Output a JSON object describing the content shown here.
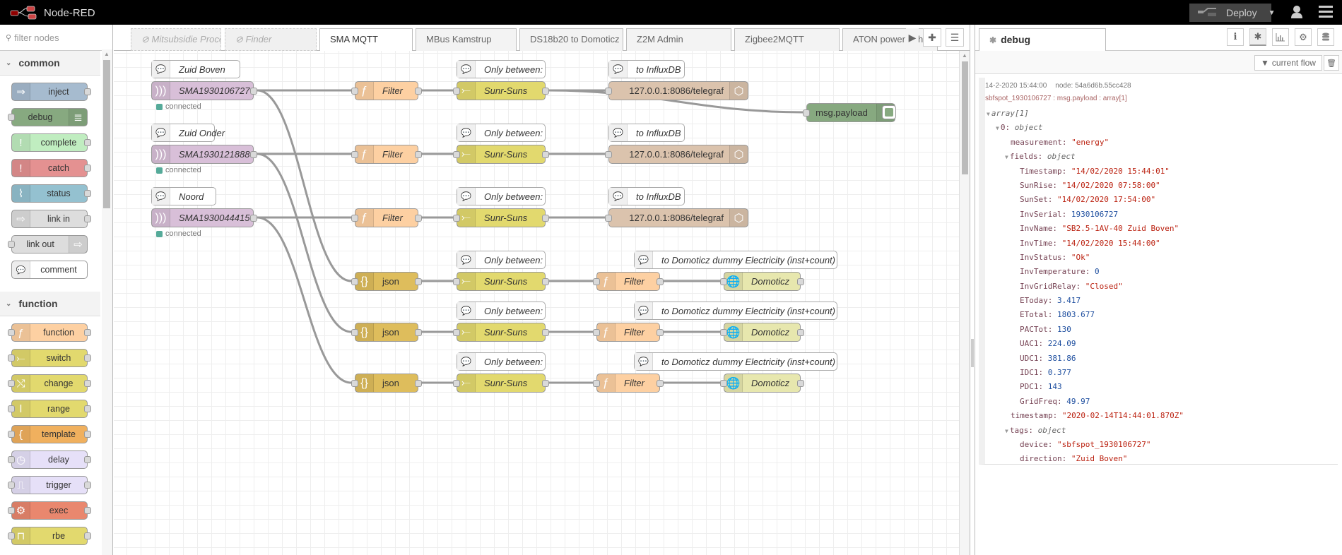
{
  "header": {
    "title": "Node-RED",
    "deploy_label": "Deploy"
  },
  "palette": {
    "filter_placeholder": "filter nodes",
    "categories": [
      {
        "name": "common",
        "nodes": [
          {
            "label": "inject",
            "color": "#a6bbcf",
            "icon": "arrow-right-icon",
            "in": false,
            "out": true
          },
          {
            "label": "debug",
            "color": "#87a980",
            "icon": "list-icon",
            "in": true,
            "out": false,
            "icon_right": true
          },
          {
            "label": "complete",
            "color": "#c0edc0",
            "icon": "exclamation-icon",
            "in": false,
            "out": true
          },
          {
            "label": "catch",
            "color": "#e49191",
            "icon": "exclamation-icon",
            "in": false,
            "out": true
          },
          {
            "label": "status",
            "color": "#94c1d0",
            "icon": "pulse-icon",
            "in": false,
            "out": true
          },
          {
            "label": "link in",
            "color": "#dddddd",
            "icon": "link-icon",
            "in": false,
            "out": true
          },
          {
            "label": "link out",
            "color": "#dddddd",
            "icon": "link-icon",
            "in": true,
            "out": false,
            "icon_right": true
          },
          {
            "label": "comment",
            "color": "#ffffff",
            "icon": "comment-icon",
            "in": false,
            "out": false
          }
        ]
      },
      {
        "name": "function",
        "nodes": [
          {
            "label": "function",
            "color": "#fdd0a2",
            "icon": "function-icon",
            "in": true,
            "out": true
          },
          {
            "label": "switch",
            "color": "#e2d96e",
            "icon": "switch-icon",
            "in": true,
            "out": true
          },
          {
            "label": "change",
            "color": "#e2d96e",
            "icon": "change-icon",
            "in": true,
            "out": true
          },
          {
            "label": "range",
            "color": "#e2d96e",
            "icon": "range-icon",
            "in": true,
            "out": true
          },
          {
            "label": "template",
            "color": "#f0b05e",
            "icon": "template-icon",
            "in": true,
            "out": true
          },
          {
            "label": "delay",
            "color": "#e6e0f8",
            "icon": "timer-icon",
            "in": true,
            "out": true
          },
          {
            "label": "trigger",
            "color": "#e6e0f8",
            "icon": "trigger-icon",
            "in": true,
            "out": true
          },
          {
            "label": "exec",
            "color": "#e9876e",
            "icon": "gear-icon",
            "in": true,
            "out": true
          },
          {
            "label": "rbe",
            "color": "#e2d96e",
            "icon": "rbe-icon",
            "in": true,
            "out": true
          }
        ]
      }
    ]
  },
  "tabs": [
    {
      "label": "Mitsubsidie Procon",
      "state": "disabled"
    },
    {
      "label": "Finder",
      "state": "disabled"
    },
    {
      "label": "SMA MQTT",
      "state": "active"
    },
    {
      "label": "MBus Kamstrup",
      "state": "normal"
    },
    {
      "label": "DS18b20 to Domoticz",
      "state": "normal"
    },
    {
      "label": "Z2M Admin",
      "state": "normal"
    },
    {
      "label": "Zigbee2MQTT",
      "state": "normal"
    },
    {
      "label": "ATON power to heat",
      "state": "normal"
    }
  ],
  "flow": {
    "comments": [
      "Zuid Boven",
      "Zuid Onder",
      "Noord",
      "Only between:",
      "Only between:",
      "Only between:",
      "Only between:",
      "Only between:",
      "Only between:",
      "to InfluxDB",
      "to InfluxDB",
      "to InfluxDB",
      "to Domoticz dummy Electricity (inst+count)",
      "to Domoticz dummy Electricity (inst+count)",
      "to Domoticz dummy Electricity (inst+count)"
    ],
    "mqtt_nodes": [
      {
        "label": "SMA1930106727",
        "status": "connected"
      },
      {
        "label": "SMA1930121888",
        "status": "connected"
      },
      {
        "label": "SMA1930044415",
        "status": "connected"
      }
    ],
    "filter_label": "Filter",
    "switch_label": "Sunr-Suns",
    "influx_label": "127.0.0.1:8086/telegraf",
    "json_label": "json",
    "domoticz_label": "Domoticz",
    "debug_label": "msg.payload",
    "colors": {
      "mqtt": "#d8bfd8",
      "function": "#fdd0a2",
      "switch": "#e2d96e",
      "influx": "#dbc3ad",
      "json": "#debd5c",
      "http": "#e7e7ae",
      "debug": "#87a980"
    }
  },
  "sidebar": {
    "tab_label": "debug",
    "current_flow_label": "current flow",
    "message": {
      "date": "14-2-2020 15:44:00",
      "node": "node: 54a6d6b.55cc428",
      "topic": "sbfspot_1930106727 : msg.payload : array[1]",
      "lines": [
        {
          "indent": 0,
          "tri": true,
          "key": "",
          "type": "array[1]"
        },
        {
          "indent": 1,
          "tri": true,
          "key": "0",
          "type": "object"
        },
        {
          "indent": 2,
          "key": "measurement",
          "str": "\"energy\""
        },
        {
          "indent": 2,
          "tri": true,
          "key": "fields",
          "type": "object"
        },
        {
          "indent": 3,
          "key": "Timestamp",
          "str": "\"14/02/2020 15:44:01\""
        },
        {
          "indent": 3,
          "key": "SunRise",
          "str": "\"14/02/2020 07:58:00\""
        },
        {
          "indent": 3,
          "key": "SunSet",
          "str": "\"14/02/2020 17:54:00\""
        },
        {
          "indent": 3,
          "key": "InvSerial",
          "num": "1930106727"
        },
        {
          "indent": 3,
          "key": "InvName",
          "str": "\"SB2.5-1AV-40 Zuid Boven\""
        },
        {
          "indent": 3,
          "key": "InvTime",
          "str": "\"14/02/2020 15:44:00\""
        },
        {
          "indent": 3,
          "key": "InvStatus",
          "str": "\"Ok\""
        },
        {
          "indent": 3,
          "key": "InvTemperature",
          "num": "0"
        },
        {
          "indent": 3,
          "key": "InvGridRelay",
          "str": "\"Closed\""
        },
        {
          "indent": 3,
          "key": "EToday",
          "num": "3.417"
        },
        {
          "indent": 3,
          "key": "ETotal",
          "num": "1803.677"
        },
        {
          "indent": 3,
          "key": "PACTot",
          "num": "130"
        },
        {
          "indent": 3,
          "key": "UAC1",
          "num": "224.09"
        },
        {
          "indent": 3,
          "key": "UDC1",
          "num": "381.86"
        },
        {
          "indent": 3,
          "key": "IDC1",
          "num": "0.377"
        },
        {
          "indent": 3,
          "key": "PDC1",
          "num": "143"
        },
        {
          "indent": 3,
          "key": "GridFreq",
          "num": "49.97"
        },
        {
          "indent": 2,
          "key": "timestamp",
          "str": "\"2020-02-14T14:44:01.870Z\""
        },
        {
          "indent": 2,
          "tri": true,
          "key": "tags",
          "type": "object"
        },
        {
          "indent": 3,
          "key": "device",
          "str": "\"sbfspot_1930106727\""
        },
        {
          "indent": 3,
          "key": "direction",
          "str": "\"Zuid Boven\""
        }
      ]
    }
  }
}
